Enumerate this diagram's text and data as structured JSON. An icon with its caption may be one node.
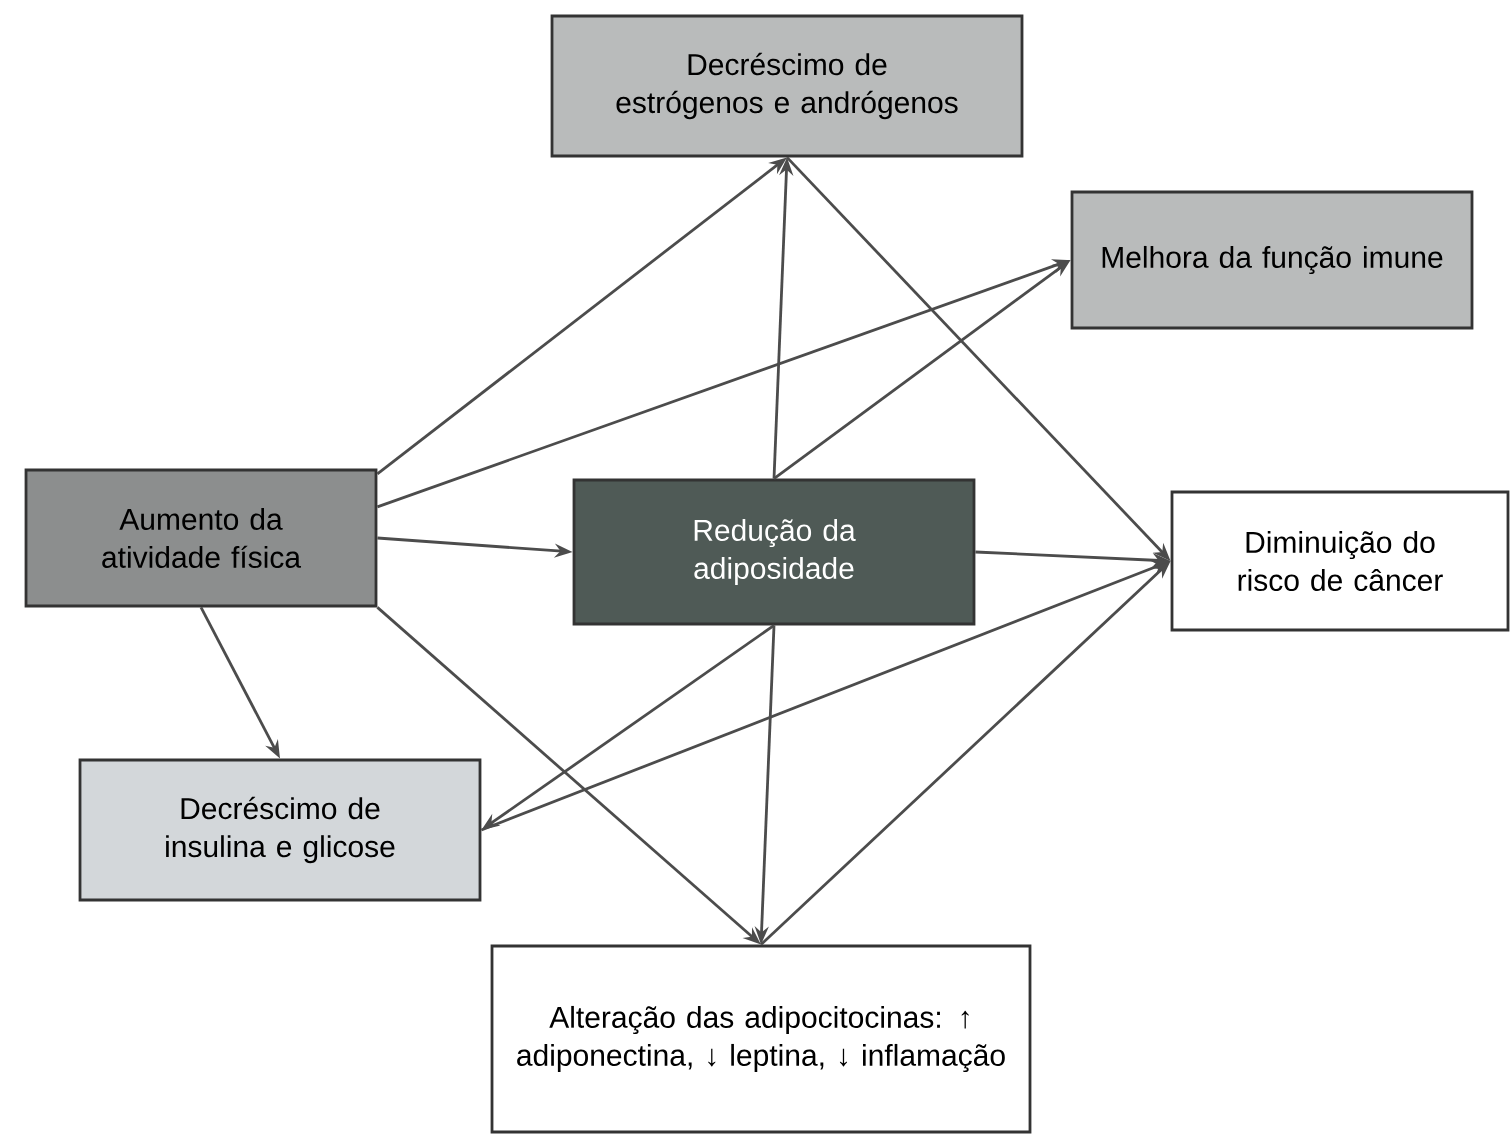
{
  "diagram": {
    "nodes": [
      {
        "text": [
          "Decréscimo de estrógenos e andrógenos"
        ]
      },
      {
        "text": [
          "Melhora da função imune"
        ]
      },
      {
        "text": [
          "Aumento da atividade física"
        ]
      },
      {
        "text": [
          "Redução da adiposidade"
        ]
      },
      {
        "text": [
          "Diminuição do risco de câncer"
        ]
      },
      {
        "text": [
          "Decréscimo de insulina e glicose"
        ]
      },
      {
        "text": [
          "Alteração das adipocitocinas: ↑ adiponectina, ↓ leptina, ↓ inflamação"
        ]
      }
    ],
    "edges": [
      {
        "from": 2,
        "to": 0,
        "arrow": "to"
      },
      {
        "from": 2,
        "to": 1,
        "arrow": "to"
      },
      {
        "from": 2,
        "to": 3,
        "arrow": "to"
      },
      {
        "from": 2,
        "to": 5,
        "arrow": "to"
      },
      {
        "from": 2,
        "to": 6,
        "arrow": "to"
      },
      {
        "from": 3,
        "to": 0,
        "arrow": "to"
      },
      {
        "from": 3,
        "to": 1,
        "arrow": "to"
      },
      {
        "from": 3,
        "to": 4,
        "arrow": "to"
      },
      {
        "from": 3,
        "to": 5,
        "arrow": "to"
      },
      {
        "from": 3,
        "to": 6,
        "arrow": "to"
      },
      {
        "from": 0,
        "to": 4,
        "arrow": "to"
      },
      {
        "from": 5,
        "to": 4,
        "arrow": "to"
      },
      {
        "from": 6,
        "to": 4,
        "arrow": "to"
      }
    ]
  }
}
